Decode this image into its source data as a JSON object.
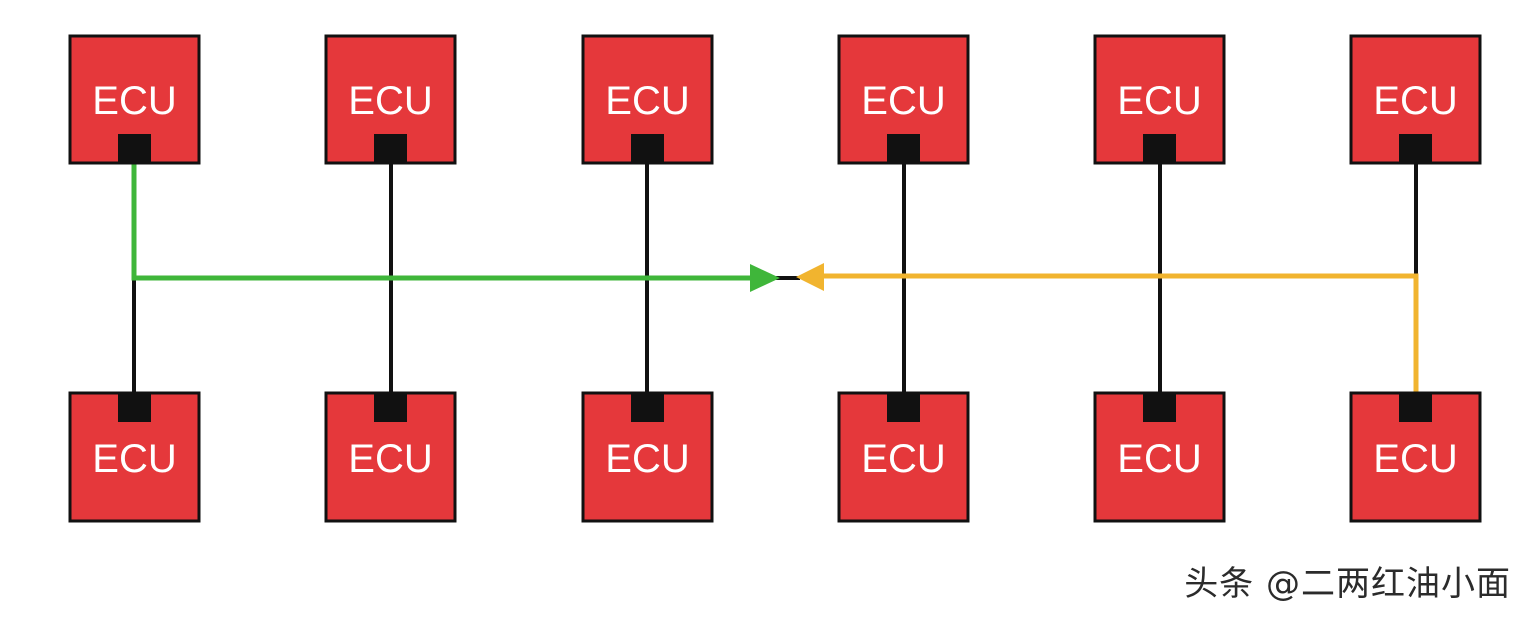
{
  "diagram": {
    "ecu_label": "ECU",
    "top_row": [
      {
        "label": "ECU"
      },
      {
        "label": "ECU"
      },
      {
        "label": "ECU"
      },
      {
        "label": "ECU"
      },
      {
        "label": "ECU"
      },
      {
        "label": "ECU"
      }
    ],
    "bottom_row": [
      {
        "label": "ECU"
      },
      {
        "label": "ECU"
      },
      {
        "label": "ECU"
      },
      {
        "label": "ECU"
      },
      {
        "label": "ECU"
      },
      {
        "label": "ECU"
      }
    ],
    "colors": {
      "ecu_fill": "#e5383b",
      "ecu_border": "#111111",
      "connector": "#111111",
      "bus_line": "#111111",
      "path_left": "#3fb63a",
      "path_right": "#f1b42f",
      "label": "#ffffff"
    },
    "paths": [
      {
        "from": "top-ecu-1",
        "direction": "to-center",
        "color": "green"
      },
      {
        "from": "bottom-ecu-6",
        "direction": "to-center",
        "color": "orange"
      }
    ]
  },
  "watermark": {
    "text": "头条 @二两红油小面"
  }
}
